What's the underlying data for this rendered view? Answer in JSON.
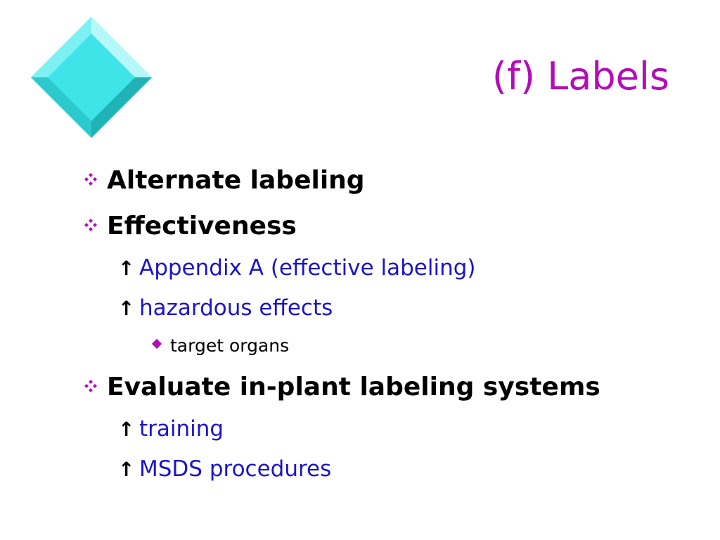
{
  "slide": {
    "title": "(f) Labels",
    "colors": {
      "title": "#b30cb8",
      "level2_text": "#1b14c9",
      "diamond": "#3fe4e8",
      "bullet_level1": "#b30cb8",
      "bullet_level3": "#b30cb8"
    },
    "icons": {
      "level1": "four-diamond-bullet-icon",
      "level2": "arrow-up-bullet-icon",
      "level3": "small-diamond-bullet-icon",
      "decoration": "cyan-diamond-icon"
    },
    "bullets": [
      {
        "level": 1,
        "text": "Alternate labeling"
      },
      {
        "level": 1,
        "text": "Effectiveness"
      },
      {
        "level": 2,
        "text": "Appendix A (effective labeling)"
      },
      {
        "level": 2,
        "text": "hazardous effects"
      },
      {
        "level": 3,
        "text": "target organs"
      },
      {
        "level": 1,
        "text": "Evaluate in-plant labeling systems"
      },
      {
        "level": 2,
        "text": "training"
      },
      {
        "level": 2,
        "text": "MSDS procedures"
      }
    ]
  }
}
